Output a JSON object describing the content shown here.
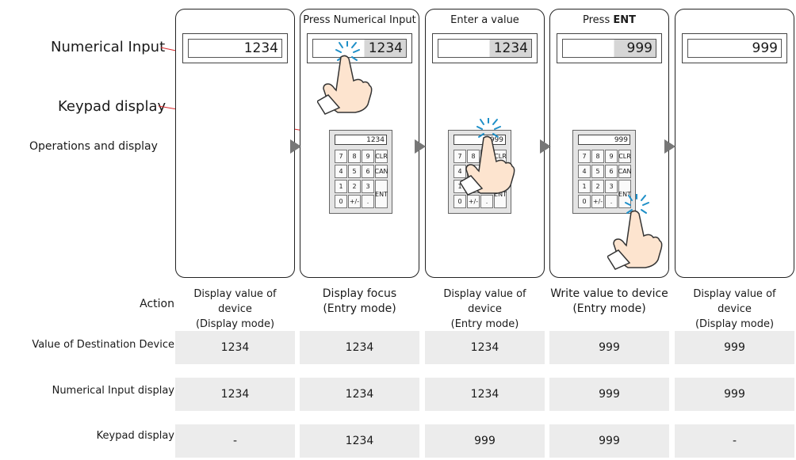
{
  "left_labels": {
    "numerical_input": "Numerical Input",
    "keypad_display": "Keypad display",
    "operations": "Operations and display"
  },
  "panels": [
    {
      "title": "",
      "title_bold": "",
      "numerical_value": "1234",
      "focus": false,
      "keypad": null
    },
    {
      "title": "Press Numerical Input",
      "title_bold": "",
      "numerical_value": "1234",
      "focus": true,
      "keypad": {
        "display": "1234"
      }
    },
    {
      "title": "Enter a value",
      "title_bold": "",
      "numerical_value": "1234",
      "focus": true,
      "keypad": {
        "display": "999"
      }
    },
    {
      "title": "Press ",
      "title_bold": "ENT",
      "numerical_value": "999",
      "focus": true,
      "keypad": {
        "display": "999"
      }
    },
    {
      "title": "",
      "title_bold": "",
      "numerical_value": "999",
      "focus": false,
      "keypad": null
    }
  ],
  "keypad_keys": [
    "7",
    "8",
    "9",
    "CLR",
    "4",
    "5",
    "6",
    "CAN",
    "1",
    "2",
    "3",
    "ENT",
    "0",
    "+/-",
    "."
  ],
  "table": {
    "action_label": "Action",
    "actions": [
      {
        "line1": "Display value of device",
        "line2": "(Display mode)"
      },
      {
        "line1": "Display focus",
        "line2": "(Entry mode)"
      },
      {
        "line1": "Display value of device",
        "line2": "(Entry mode)"
      },
      {
        "line1": "Write value to device",
        "line2": "(Entry mode)"
      },
      {
        "line1": "Display value of device",
        "line2": "(Display mode)"
      }
    ],
    "rows": [
      {
        "label": "Value of Destination Device",
        "values": [
          "1234",
          "1234",
          "1234",
          "999",
          "999"
        ]
      },
      {
        "label": "Numerical Input display",
        "values": [
          "1234",
          "1234",
          "1234",
          "999",
          "999"
        ]
      },
      {
        "label": "Keypad display",
        "values": [
          "-",
          "1234",
          "999",
          "999",
          "-"
        ]
      }
    ]
  },
  "colors": {
    "callout_line": "#d9262a",
    "arrow": "#777777",
    "cell_bg": "#ececec",
    "hand_fill": "#fde4cf",
    "burst": "#1e8fc8"
  }
}
